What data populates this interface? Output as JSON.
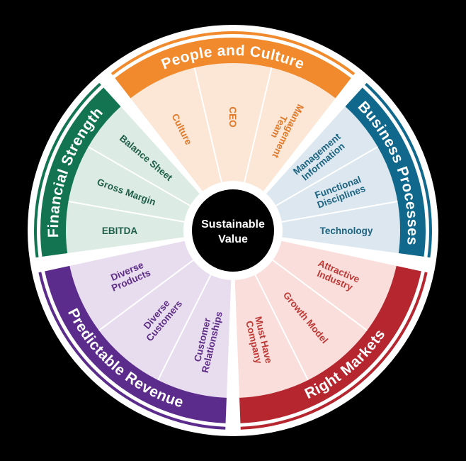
{
  "center": {
    "line1": "Sustainable",
    "line2": "Value"
  },
  "sectors": [
    {
      "name": "People and Culture",
      "color": "#F08A2C",
      "fill": "#FCE6D6",
      "text": "#E07A2A",
      "items": [
        {
          "lines": [
            "Culture"
          ]
        },
        {
          "lines": [
            "CEO"
          ]
        },
        {
          "lines": [
            "Management",
            "Team"
          ]
        }
      ]
    },
    {
      "name": "Business Processes",
      "color": "#10688C",
      "fill": "#DCE7EF",
      "text": "#1C6482",
      "items": [
        {
          "lines": [
            "Management",
            "Information"
          ]
        },
        {
          "lines": [
            "Functional",
            "Disciplines"
          ]
        },
        {
          "lines": [
            "Technology"
          ]
        }
      ]
    },
    {
      "name": "Right Markets",
      "color": "#B5262F",
      "fill": "#F9DEDB",
      "text": "#BE3A36",
      "items": [
        {
          "lines": [
            "Attractive",
            "Industry"
          ]
        },
        {
          "lines": [
            "Growth Model"
          ]
        },
        {
          "lines": [
            "Must Have",
            "Company"
          ]
        }
      ]
    },
    {
      "name": "Predictable Revenue",
      "color": "#5C2C8C",
      "fill": "#E8DDEE",
      "text": "#5E2D86",
      "items": [
        {
          "lines": [
            "Customer",
            "Relationships"
          ]
        },
        {
          "lines": [
            "Diverse",
            "Customers"
          ]
        },
        {
          "lines": [
            "Diverse",
            "Products"
          ]
        }
      ]
    },
    {
      "name": "Financial Strength",
      "color": "#137452",
      "fill": "#DCEBE3",
      "text": "#1F5E4A",
      "items": [
        {
          "lines": [
            "EBITDA"
          ]
        },
        {
          "lines": [
            "Gross Margin"
          ]
        },
        {
          "lines": [
            "Balance Sheet"
          ]
        }
      ]
    }
  ]
}
